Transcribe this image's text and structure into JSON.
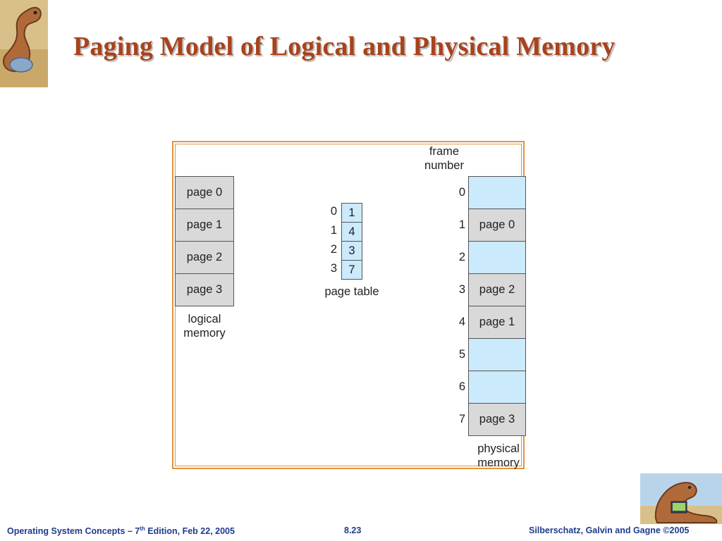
{
  "slide": {
    "title": "Paging Model of Logical and Physical Memory"
  },
  "logical_memory": {
    "pages": [
      "page 0",
      "page 1",
      "page 2",
      "page 3"
    ],
    "label_line1": "logical",
    "label_line2": "memory"
  },
  "page_table": {
    "indices": [
      "0",
      "1",
      "2",
      "3"
    ],
    "frames": [
      "1",
      "4",
      "3",
      "7"
    ],
    "label": "page table"
  },
  "physical_memory": {
    "header_line1": "frame",
    "header_line2": "number",
    "frame_numbers": [
      "0",
      "1",
      "2",
      "3",
      "4",
      "5",
      "6",
      "7"
    ],
    "frames": [
      "",
      "page 0",
      "",
      "page 2",
      "page 1",
      "",
      "",
      "page 3"
    ],
    "label_line1": "physical",
    "label_line2": "memory"
  },
  "footer": {
    "left_prefix": "Operating System Concepts – 7",
    "left_sup": "th",
    "left_suffix": " Edition, Feb 22, 2005",
    "center": "8.23",
    "right": "Silberschatz, Galvin and Gagne ©2005"
  },
  "colors": {
    "title": "#a8431c",
    "frame_border": "#e09640",
    "occupied": "#d9d9d9",
    "free": "#cbeafb",
    "footer": "#1f3b8c"
  },
  "icons": {
    "top_left": "dinosaur-logo",
    "bottom_right": "dinosaur-computer-logo"
  }
}
